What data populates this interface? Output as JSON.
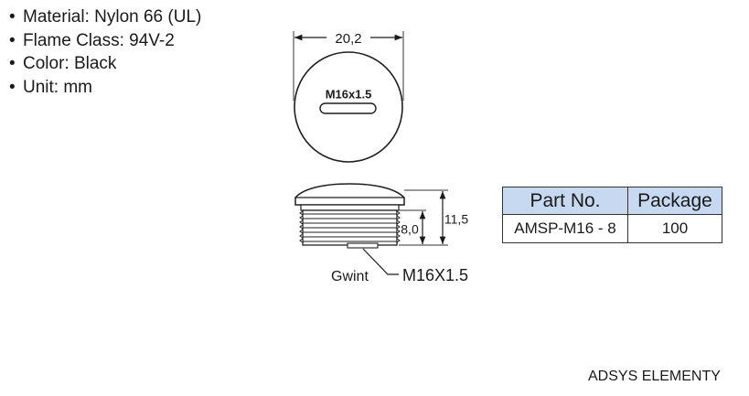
{
  "specs": [
    {
      "bullet": "•",
      "text": "Material: Nylon 66 (UL)"
    },
    {
      "bullet": "•",
      "text": "Flame Class: 94V-2"
    },
    {
      "bullet": "•",
      "text": "Color: Black"
    },
    {
      "bullet": "•",
      "text": "Unit: mm"
    }
  ],
  "drawing": {
    "diameter_label": "20,2",
    "cap_marking": "M16x1.5",
    "total_height_label": "11,5",
    "thread_length_label": "8,0",
    "thread_caption": "Gwint",
    "thread_spec": "M16X1.5"
  },
  "table": {
    "headers": [
      "Part No.",
      "Package"
    ],
    "rows": [
      [
        "AMSP-M16 - 8",
        "100"
      ]
    ],
    "header_bg": "#c6d9f1"
  },
  "brand": "ADSYS ELEMENTY"
}
